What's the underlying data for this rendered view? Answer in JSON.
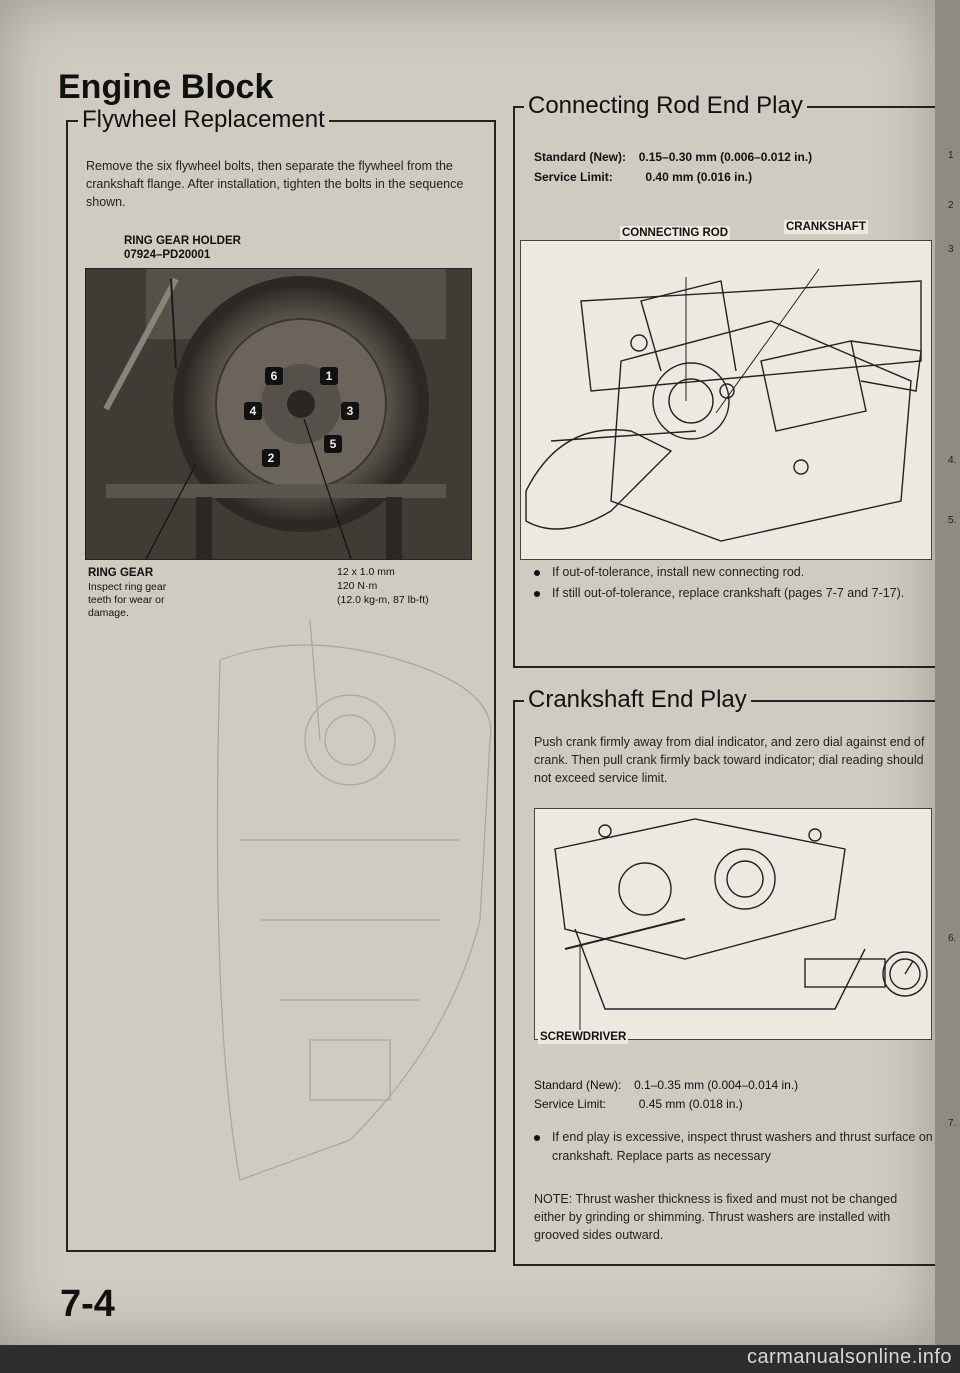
{
  "page_title": "Engine Block",
  "page_number": "7-4",
  "watermark": "carmanualsonline.info",
  "side_numbers": [
    "1",
    "2",
    "3",
    "4.",
    "5.",
    "6.",
    "7."
  ],
  "flywheel": {
    "title": "Flywheel Replacement",
    "text": "Remove the six flywheel bolts, then separate the flywheel from the crankshaft flange. After installation, tighten the bolts in the sequence shown.",
    "tool_label": "RING GEAR HOLDER",
    "tool_number": "07924–PD20001",
    "bolt_numbers": [
      "6",
      "1",
      "4",
      "3",
      "2",
      "5"
    ],
    "ring_gear_label": "RING GEAR",
    "ring_gear_note": "Inspect ring gear teeth for wear or damage.",
    "bolt_size": "12 x 1.0 mm",
    "torque_nm": "120 N·m",
    "torque_alt": "(12.0 kg-m, 87 lb-ft)"
  },
  "connecting_rod": {
    "title": "Connecting Rod End Play",
    "standard_label": "Standard (New):",
    "standard_value": "0.15–0.30 mm (0.006–0.012 in.)",
    "limit_label": "Service Limit:",
    "limit_value": "0.40 mm (0.016 in.)",
    "label_rod": "CONNECTING ROD",
    "label_crank": "CRANKSHAFT",
    "bullets": [
      "If out-of-tolerance, install new connecting rod.",
      "If still out-of-tolerance, replace crankshaft (pages 7-7 and 7-17)."
    ]
  },
  "crankshaft": {
    "title": "Crankshaft End Play",
    "text": "Push crank firmly away from dial indicator, and zero dial against end of crank. Then pull crank firmly back toward indicator; dial reading should not exceed service limit.",
    "label_screwdriver": "SCREWDRIVER",
    "standard_label": "Standard (New):",
    "standard_value": "0.1–0.35 mm (0.004–0.014 in.)",
    "limit_label": "Service Limit:",
    "limit_value": "0.45 mm (0.018 in.)",
    "bullet": "If end play is excessive, inspect thrust washers and thrust surface on crankshaft. Replace parts as necessary",
    "note": "NOTE: Thrust washer thickness is fixed and must not be changed either by grinding or shimming. Thrust washers are installed with grooved sides outward."
  }
}
